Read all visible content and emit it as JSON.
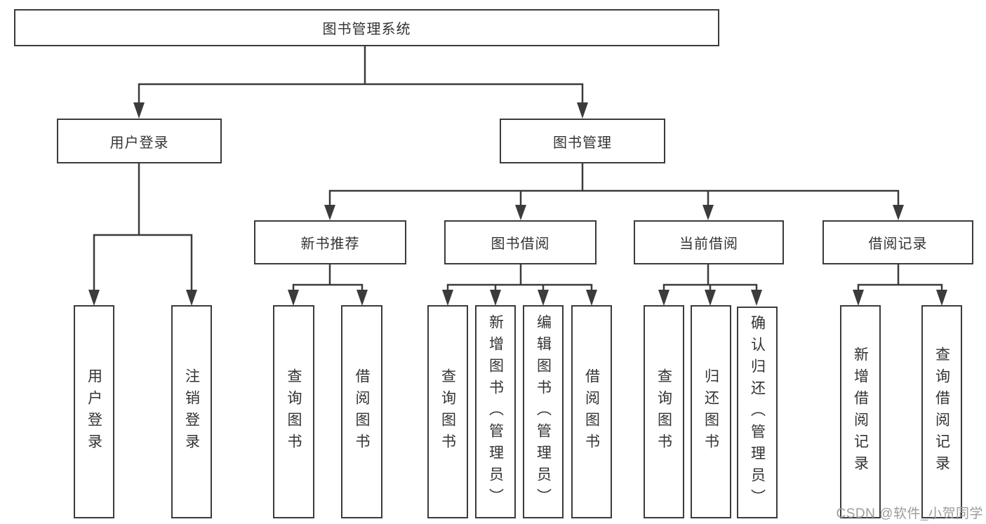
{
  "tree": {
    "root": {
      "label": "图书管理系统"
    },
    "branches": [
      {
        "label": "用户登录",
        "children": [
          {
            "label": "用户登录"
          },
          {
            "label": "注销登录"
          }
        ]
      },
      {
        "label": "图书管理",
        "children": [
          {
            "label": "新书推荐",
            "children": [
              {
                "label": "查询图书"
              },
              {
                "label": "借阅图书"
              }
            ]
          },
          {
            "label": "图书借阅",
            "children": [
              {
                "label": "查询图书"
              },
              {
                "label": "新增图书（管理员）"
              },
              {
                "label": "编辑图书（管理员）"
              },
              {
                "label": "借阅图书"
              }
            ]
          },
          {
            "label": "当前借阅",
            "children": [
              {
                "label": "查询图书"
              },
              {
                "label": "归还图书"
              },
              {
                "label": "确认归还（管理员）"
              }
            ]
          },
          {
            "label": "借阅记录",
            "children": [
              {
                "label": "新增借阅记录"
              },
              {
                "label": "查询借阅记录"
              }
            ]
          }
        ]
      }
    ]
  },
  "watermark": {
    "text": "CSDN @软件_小贺同学"
  },
  "colors": {
    "line": "#3b3b3b",
    "text": "#333333",
    "background": "#ffffff",
    "watermark": "#9c9c9c"
  }
}
